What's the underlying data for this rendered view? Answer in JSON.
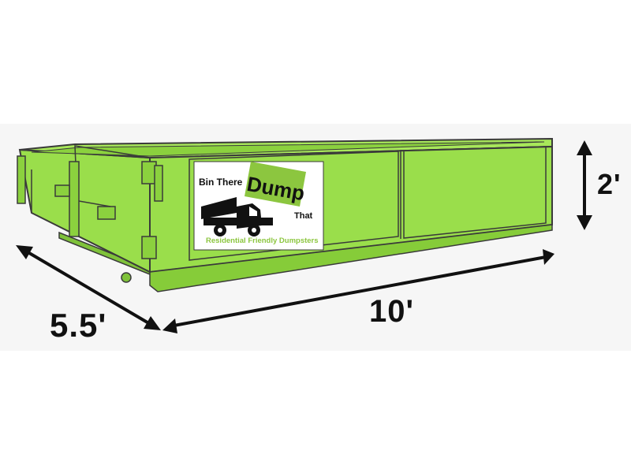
{
  "dimensions": {
    "height": "2'",
    "length": "10'",
    "width": "5.5'"
  },
  "logo": {
    "line1": "Bin There",
    "line2": "Dump",
    "line3": "That",
    "tagline": "Residential Friendly Dumpsters"
  },
  "colors": {
    "dumpster_green": "#9ade4b",
    "dumpster_outline": "#3a3a3a",
    "logo_accent": "#8cc63f",
    "arrow": "#111111"
  },
  "icons": {
    "truck": "dump-truck-icon"
  }
}
